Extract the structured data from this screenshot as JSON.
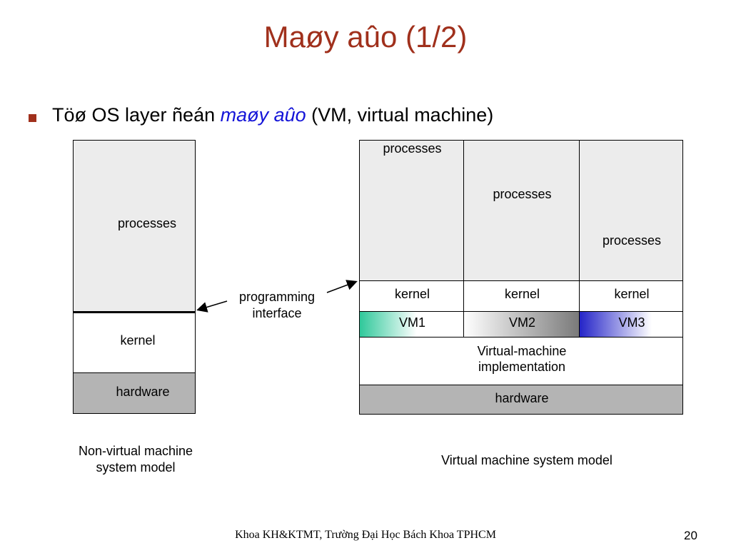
{
  "slide": {
    "title": "Maøy aûo (1/2)",
    "bullet": {
      "prefix": "Töø OS layer ñeán ",
      "emphasis": "maøy aûo",
      "suffix": " (VM, virtual machine)"
    },
    "non_vm_model": {
      "processes": "processes",
      "kernel": "kernel",
      "hardware": "hardware",
      "caption_line1": "Non-virtual machine",
      "caption_line2": "system model"
    },
    "interface_label_line1": "programming",
    "interface_label_line2": "interface",
    "vm_model": {
      "processes": [
        "processes",
        "processes",
        "processes"
      ],
      "kernels": [
        "kernel",
        "kernel",
        "kernel"
      ],
      "vms": [
        "VM1",
        "VM2",
        "VM3"
      ],
      "implementation_line1": "Virtual-machine",
      "implementation_line2": "implementation",
      "hardware": "hardware",
      "caption": "Virtual machine system model"
    },
    "footer": "Khoa KH&KTMT, Trường Đại Học Bách Khoa TPHCM",
    "page_number": "20",
    "colors": {
      "title": "#a0301c",
      "emphasis": "#1414d8",
      "vm1": "#2fc89a",
      "vm2": "#7a7a7a",
      "vm3": "#2424c8"
    }
  }
}
